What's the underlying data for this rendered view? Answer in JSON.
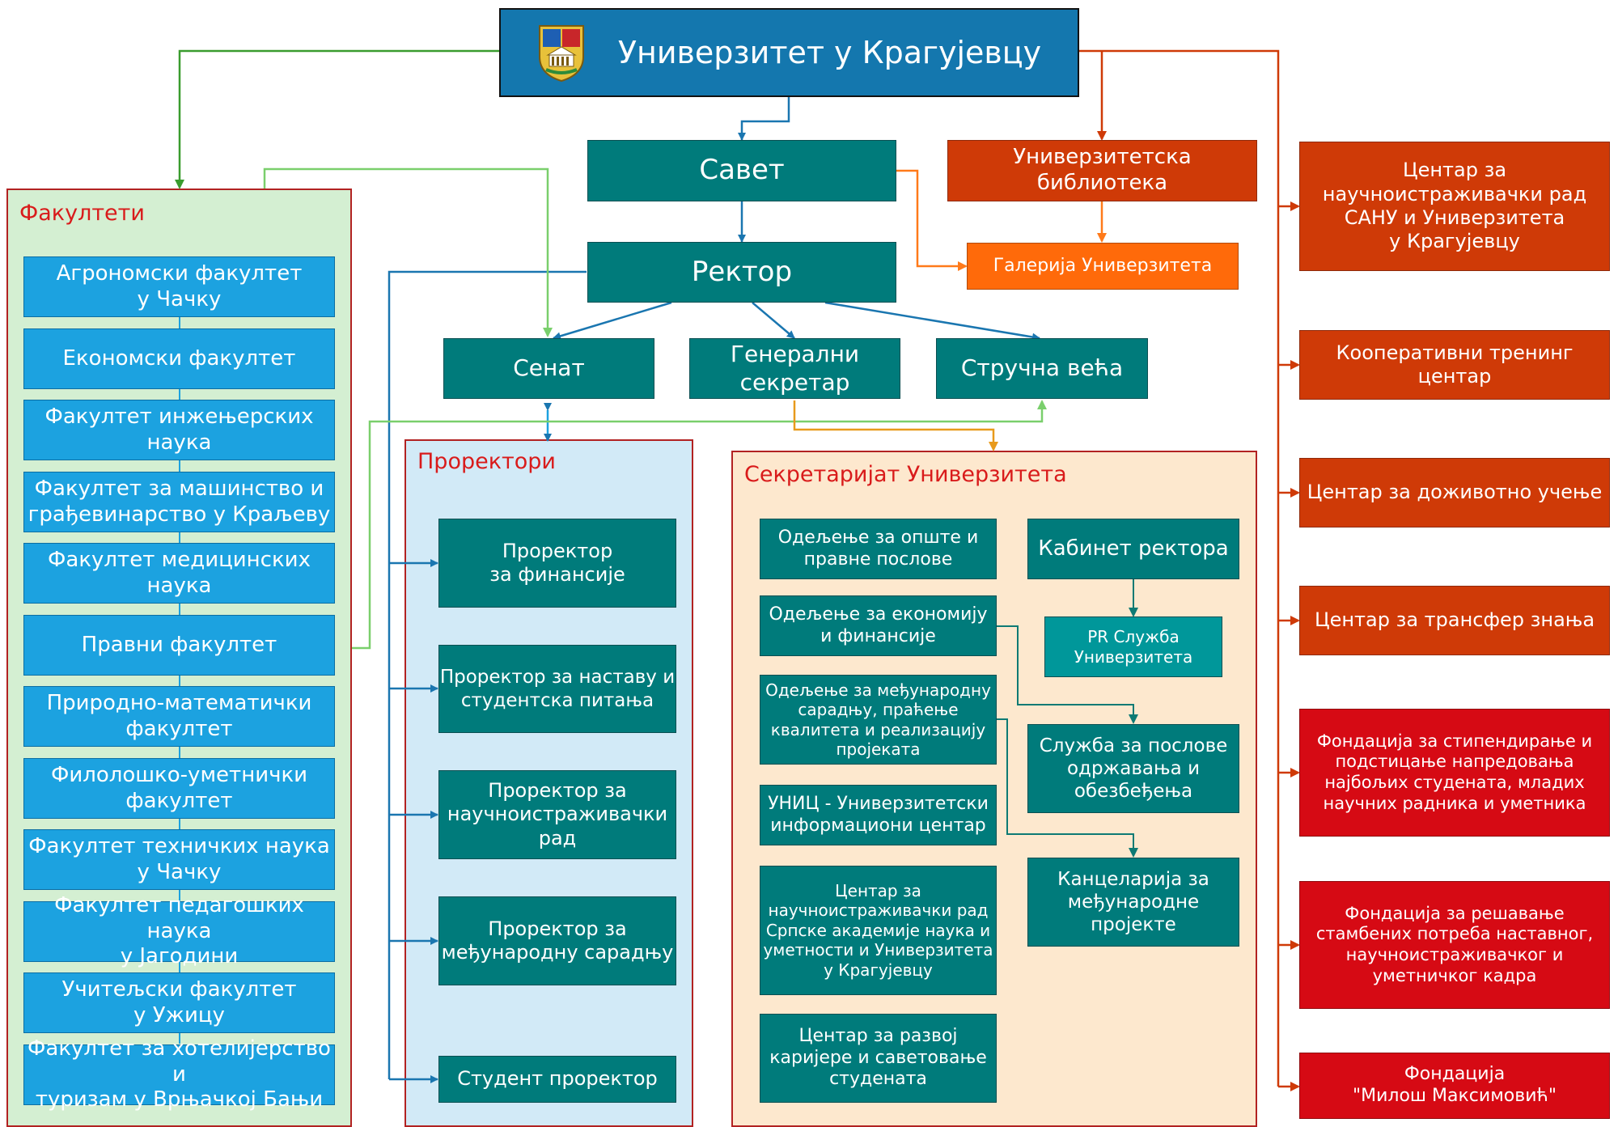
{
  "university": {
    "title": "Универзитет у Крагујевцу"
  },
  "governance": {
    "savet": "Савет",
    "rektor": "Ректор",
    "senat": "Сенат",
    "generalni_sekretar": "Генерални\nсекретар",
    "strucna_veca": "Стручна већа"
  },
  "library": {
    "label": "Универзитетска библиотека",
    "gallery": "Галерија Универзитета"
  },
  "faculties": {
    "title": "Факултети",
    "items": [
      "Агрономски факултет\nу Чачку",
      "Економски факултет",
      "Факултет инжењерских\nнаука",
      "Факултет за машинство и\nграђевинарство у Краљеву",
      "Факултет медицинских наука",
      "Правни факултет",
      "Природно-математички\nфакултет",
      "Филолошко-уметнички\nфакултет",
      "Факултет техничких наука\nу Чачку",
      "Факултет педагошких наука\nу Јагодини",
      "Учитељски факултет\nу Ужицу",
      "Факултет за хотелијерство и\nтуризам у Врњачкој Бањи"
    ]
  },
  "prorectors": {
    "title": "Проректори",
    "items": [
      "Проректор\nза финансије",
      "Проректор за наставу и\nстудентска питања",
      "Проректор за\nнаучноистраживачки\nрад",
      "Проректор за\nмеђународну сарадњу",
      "Студент проректор"
    ]
  },
  "secretariat": {
    "title": "Секретаријат Универзитета",
    "left": [
      "Одељење за опште и\nправне послове",
      "Одељење за економију\nи финансије",
      "Одељење за међународну\nсарадњу, праћење\nквалитета и реализацију\nпројеката",
      "УНИЦ - Универзитетски\nинформациони центар",
      "Центар за\nнаучноистраживачки рад\nСрпске академије наука и\nуметности и Универзитета\nу Крагујевцу",
      "Центар за развој\nкаријере и саветовање\nстудената"
    ],
    "right": [
      "Кабинет ректора",
      "PR Служба\nУниверзитета",
      "Служба за послове\nодржавања и\nобезбеђења",
      "Канцеларија за\nмеђународне\nпројекте"
    ]
  },
  "centers": {
    "items": [
      "Центар за\nнаучноистраживачки рад\nСАНУ и Универзитета\nу Крагујевцу",
      "Кооперативни тренинг\nцентар",
      "Центар за доживотно учење",
      "Центар за трансфер знања",
      "Фондација за стипендирање и\nподстицање напредовања\nнајбољих студената, младих\nнаучних радника и уметника",
      "Фондација за решавање\nстамбених потреба наставног,\nнаучноистраживачког и\nуметничког кадра",
      "Фондација\n\"Милош Максимовић\""
    ]
  },
  "colors": {
    "teal": "#007B7B",
    "blue": "#1CA2E0",
    "university_blue": "#1477AE",
    "center_orange": "#CF3A07",
    "gallery_orange": "#FF6A0A",
    "foundation_red": "#D60A14",
    "faculties_bg": "#D4EFD2",
    "prorectors_bg": "#D2EAF7",
    "secretariat_bg": "#FDE8CE",
    "panel_title": "#D91B1B"
  },
  "icons": {
    "logo": "university-crest-icon"
  }
}
